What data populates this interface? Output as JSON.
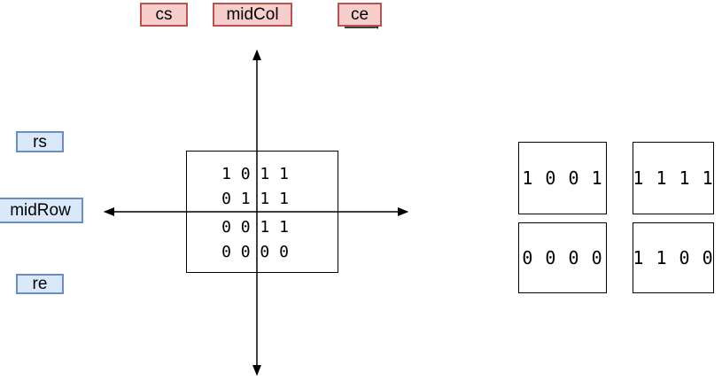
{
  "diagram": {
    "col_labels": [
      {
        "id": "cs",
        "label": "cs"
      },
      {
        "id": "midCol",
        "label": "midCol"
      },
      {
        "id": "ce",
        "label": "ce"
      }
    ],
    "row_labels": [
      {
        "id": "rs",
        "label": "rs"
      },
      {
        "id": "midRow",
        "label": "midRow"
      },
      {
        "id": "re",
        "label": "re"
      }
    ],
    "matrix": {
      "rows": [
        "1 0 1 1",
        "0 1 1 1",
        "0 0 1 1",
        "0 0 0 0"
      ]
    },
    "quadrants": [
      {
        "position": "top-left",
        "value": "1 0 0 1"
      },
      {
        "position": "top-right",
        "value": "1 1 1 1"
      },
      {
        "position": "bottom-left",
        "value": "0 0 0 0"
      },
      {
        "position": "bottom-right",
        "value": "1 1 0 0"
      }
    ],
    "colors": {
      "column_label_fill": "#f8cecc",
      "column_label_border": "#b85450",
      "row_label_fill": "#dae8fc",
      "row_label_border": "#6c8ebf",
      "line": "#000000",
      "background": "#ffffff"
    }
  }
}
